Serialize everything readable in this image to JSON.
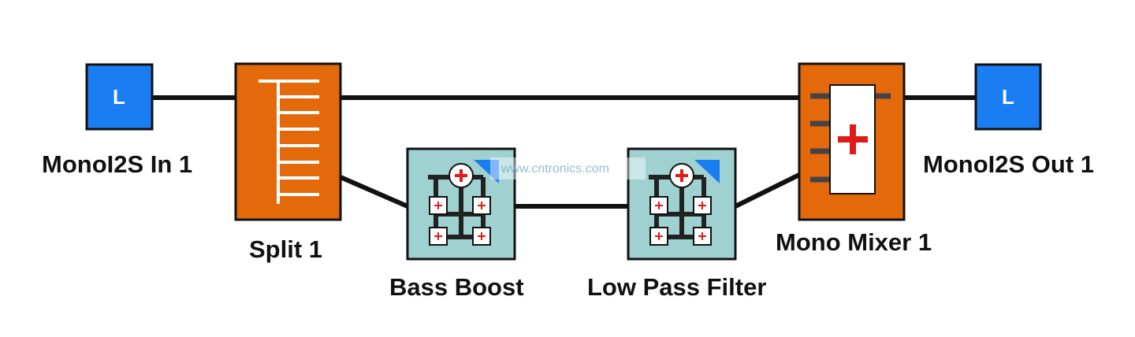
{
  "colors": {
    "port": "#1a7ef2",
    "orange": "#e3690b",
    "teal": "#9fd1d1",
    "wire": "#111111",
    "plus": "#e01919",
    "white": "#ffffff"
  },
  "nodes": {
    "input": {
      "letter": "L",
      "label": "MonoI2S In 1",
      "icon": "port-l-icon"
    },
    "split": {
      "label": "Split 1",
      "icon": "split-icon"
    },
    "bass": {
      "label": "Bass Boost",
      "icon": "biquad-icon"
    },
    "lpf": {
      "label": "Low Pass Filter",
      "icon": "biquad-icon"
    },
    "mixer": {
      "label": "Mono Mixer 1",
      "icon": "mixer-icon"
    },
    "output": {
      "letter": "L",
      "label": "MonoI2S Out 1",
      "icon": "port-l-icon"
    }
  },
  "watermark": "www.cntronics.com"
}
